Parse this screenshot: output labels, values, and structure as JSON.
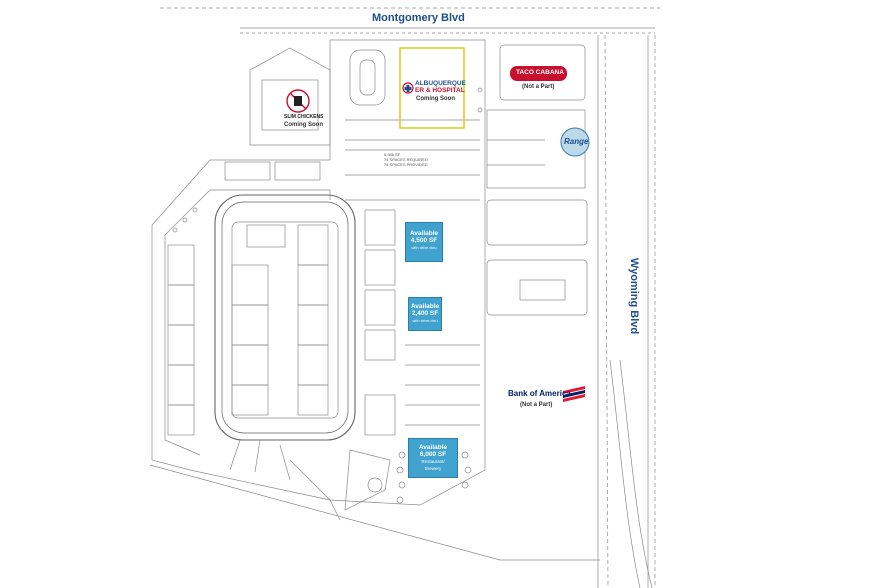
{
  "streets": {
    "north": "Montgomery Blvd",
    "east": "Wyoming Blvd"
  },
  "tenants": {
    "slim_chickens": {
      "name": "SLIM CHICKENS",
      "status": "Coming Soon"
    },
    "hospital": {
      "line1": "ALBUQUERQUE",
      "line2": "ER & HOSPITAL",
      "status": "Coming Soon"
    },
    "taco_cabana": {
      "name": "TACO CABANA",
      "note": "(Not a Part)"
    },
    "range": {
      "name": "Range"
    },
    "bank_of_america": {
      "name": "Bank of America",
      "note": "(Not a Part)"
    }
  },
  "available": [
    {
      "title": "Available",
      "size": "4,500 SF",
      "note": "with drive-thru"
    },
    {
      "title": "Available",
      "size": "2,400 SF",
      "note": "with drive-thru"
    },
    {
      "title": "Available",
      "size": "6,000 SF",
      "note1": "Restaurant/",
      "note2": "Brewery"
    }
  ],
  "parking_note": {
    "line1": "6,986 SF",
    "line2": "74 SPACES REQUIRED",
    "line3": "74 SPACES PROVIDED"
  },
  "colors": {
    "street_text": "#1f4e8c",
    "available_fill": "#3fa2cf",
    "hospital_outline": "#c8d400",
    "taco_red": "#c8102e",
    "boa_red": "#e31837",
    "boa_blue": "#012169"
  }
}
